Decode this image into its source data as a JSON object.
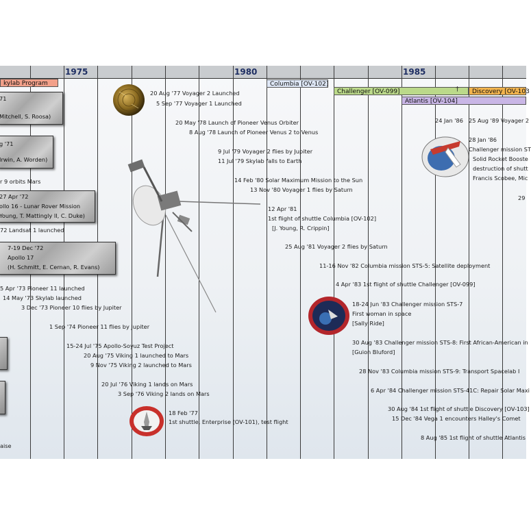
{
  "years": [
    {
      "label": "1975"
    },
    {
      "label": "1980"
    },
    {
      "label": "1985"
    }
  ],
  "bars": {
    "skylab": "kylab Program",
    "columbia": "Columbia  [OV-102]",
    "challenger": "Challenger  [OV-099]",
    "discovery": "Discovery  [OV-103",
    "atlantis": "Atlantis  [OV-104]",
    "cross": "†"
  },
  "apollo_boxes": [
    {
      "lines": [
        "71",
        "Mitchell, S. Roosa)"
      ]
    },
    {
      "lines": [
        "g '71",
        "Irwin, A. Worden)"
      ]
    },
    {
      "lines": [
        "27 Apr '72",
        "ollo 16 - Lunar Rover Mission",
        "Young, T. Mattingly II, C. Duke)"
      ]
    },
    {
      "lines": [
        "7-19 Dec '72",
        "Apollo 17",
        "(H. Schmitt, E. Cernan, R. Evans)"
      ]
    }
  ],
  "events": [
    {
      "text": "20 Aug '77 Voyager 2 Launched"
    },
    {
      "text": "5 Sep '77 Voyager 1 Launched"
    },
    {
      "text": "20 May '78 Launch of Pioneer Venus Orbiter"
    },
    {
      "text": "8 Aug '78  Launch of Pioneer Venus 2 to Venus"
    },
    {
      "text": "9 Jul '79 Voyager 2 flies by Jupiter"
    },
    {
      "text": "11 Jul '79  Skylab falls to Earth"
    },
    {
      "text": "14 Feb '80 Solar Maximum Mission to the Sun"
    },
    {
      "text": "13 Nov '80 Voyager 1 flies by Saturn"
    },
    {
      "text": "12 Apr '81"
    },
    {
      "text": "1st flight of shuttle Columbia [OV-102]"
    },
    {
      "text": "[J. Young, R. Crippin]"
    },
    {
      "text": "25 Aug '81 Voyager 2 flies by Saturn"
    },
    {
      "text": "11-16 Nov '82 Columbia mission STS-5:  Satellite deployment"
    },
    {
      "text": "4 Apr '83 1st flight of shuttle Challenger [OV-099]"
    },
    {
      "text": "18-24 Jun '83 Challenger mission STS-7"
    },
    {
      "text": "First woman in space"
    },
    {
      "text": "[Sally Ride]"
    },
    {
      "text": "30 Aug '83 Challenger mission STS-8: First African-American in"
    },
    {
      "text": "[Guion Bluford]"
    },
    {
      "text": "28 Nov '83 Columbia mission STS-9:  Transport Spacelab I"
    },
    {
      "text": "6 Apr '84 Challenger mission STS-41C:  Repair Solar Maxi"
    },
    {
      "text": "30 Aug '84 1st flight of shuttle Discovery [OV-103]"
    },
    {
      "text": "15 Dec '84 Vega 1 encounters Halley's Comet"
    },
    {
      "text": "8 Aug '85 1st flight of shuttle Atlantis"
    },
    {
      "text": "24 Jan '86"
    },
    {
      "text": "25 Aug '89 Voyager 2"
    },
    {
      "text": "28 Jan '86"
    },
    {
      "text": "Challenger mission ST"
    },
    {
      "text": "Solid Rocket Booste"
    },
    {
      "text": "destruction of shutt"
    },
    {
      "text": "Francis Scobee, Mic"
    },
    {
      "text": "29"
    },
    {
      "text": "r 9 orbits Mars"
    },
    {
      "text": "72 Landsat 1 launched"
    },
    {
      "text": "5 Apr '73 Pioneer 11 launched"
    },
    {
      "text": "14 May '73 Skylab launched"
    },
    {
      "text": "3 Dec '73 Pioneer 10 flies by Jupiter"
    },
    {
      "text": "1 Sep '74 Pioneer 11 flies by Jupiter"
    },
    {
      "text": "15-24 Jul '75 Apollo-Soyuz Test Project"
    },
    {
      "text": "20 Aug '75 Viking 1 launched to Mars"
    },
    {
      "text": "9 Nov '75 Viking 2 launched to Mars"
    },
    {
      "text": "20 Jul '76 Viking 1 lands on Mars"
    },
    {
      "text": "3 Sep '76 Viking 2 lands on Mars"
    },
    {
      "text": "18 Feb '77"
    },
    {
      "text": "1st shuttle, Enterprise (OV-101), test flight"
    },
    {
      "text": "aise"
    }
  ]
}
